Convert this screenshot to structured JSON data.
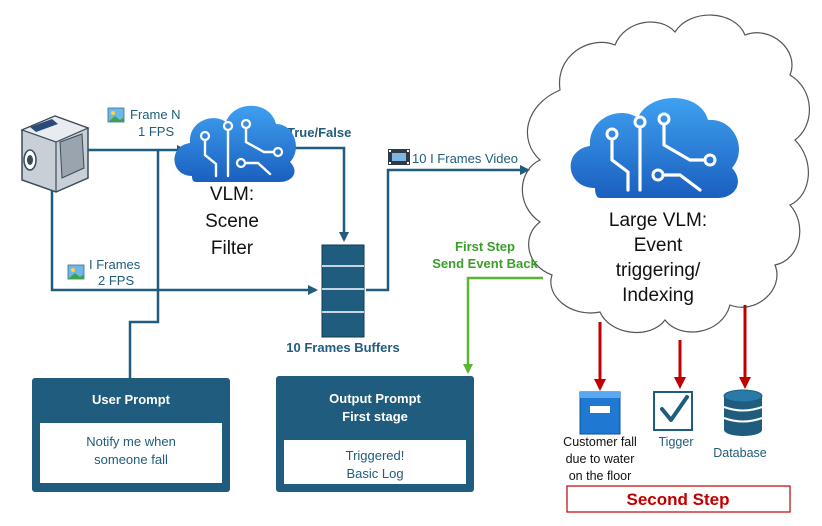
{
  "colors": {
    "primary": "#1F5C7D",
    "green": "#5CB531",
    "green_text": "#3C9E2A",
    "red": "#C00000",
    "cloud_blue": "#1E6FCC"
  },
  "labels": {
    "frame_n": "Frame N",
    "fps_1": "1 FPS",
    "i_frames": "I Frames",
    "fps_2": "2 FPS",
    "true_false": "True/False",
    "video": "10 I Frames Video",
    "first_step": "First Step",
    "send_event_back": "Send Event Back",
    "buffers": "10  Frames Buffers",
    "second_step": "Second Step"
  },
  "vlm": {
    "line1": "VLM:",
    "line2": "Scene",
    "line3": "Filter"
  },
  "large_vlm": {
    "line1": "Large VLM:",
    "line2": "Event",
    "line3": "triggering/",
    "line4": "Indexing"
  },
  "user_prompt": {
    "title": "User Prompt",
    "line1": "Notify  me when",
    "line2": "someone fall"
  },
  "output_prompt": {
    "title1": "Output Prompt",
    "title2": "First stage",
    "line1": "Triggered!",
    "line2": "Basic Log"
  },
  "outputs": {
    "customer_line1": "Customer fall",
    "customer_line2": "due to water",
    "customer_line3": "on the floor",
    "tigger": "Tigger",
    "database": "Database"
  }
}
